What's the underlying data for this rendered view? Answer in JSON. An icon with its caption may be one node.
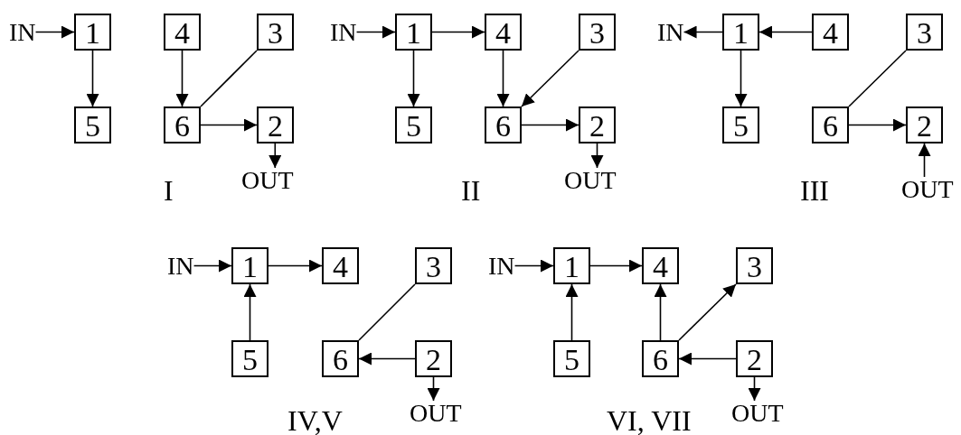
{
  "diagram": {
    "nodes": [
      {
        "text": [
          "IN"
        ]
      },
      {
        "text": [
          "1"
        ]
      },
      {
        "text": [
          "4"
        ]
      },
      {
        "text": [
          "3"
        ]
      },
      {
        "text": [
          "5"
        ]
      },
      {
        "text": [
          "6"
        ]
      },
      {
        "text": [
          "2"
        ]
      },
      {
        "text": [
          "OUT"
        ]
      },
      {
        "text": [
          "IN"
        ]
      },
      {
        "text": [
          "1"
        ]
      },
      {
        "text": [
          "4"
        ]
      },
      {
        "text": [
          "3"
        ]
      },
      {
        "text": [
          "5"
        ]
      },
      {
        "text": [
          "6"
        ]
      },
      {
        "text": [
          "2"
        ]
      },
      {
        "text": [
          "OUT"
        ]
      },
      {
        "text": [
          "IN"
        ]
      },
      {
        "text": [
          "1"
        ]
      },
      {
        "text": [
          "4"
        ]
      },
      {
        "text": [
          "3"
        ]
      },
      {
        "text": [
          "5"
        ]
      },
      {
        "text": [
          "6"
        ]
      },
      {
        "text": [
          "2"
        ]
      },
      {
        "text": [
          "OUT"
        ]
      },
      {
        "text": [
          "IN"
        ]
      },
      {
        "text": [
          "1"
        ]
      },
      {
        "text": [
          "4"
        ]
      },
      {
        "text": [
          "3"
        ]
      },
      {
        "text": [
          "5"
        ]
      },
      {
        "text": [
          "6"
        ]
      },
      {
        "text": [
          "2"
        ]
      },
      {
        "text": [
          "OUT"
        ]
      },
      {
        "text": [
          "IN"
        ]
      },
      {
        "text": [
          "1"
        ]
      },
      {
        "text": [
          "4"
        ]
      },
      {
        "text": [
          "3"
        ]
      },
      {
        "text": [
          "5"
        ]
      },
      {
        "text": [
          "6"
        ]
      },
      {
        "text": [
          "2"
        ]
      },
      {
        "text": [
          "OUT"
        ]
      }
    ],
    "edges": [
      {
        "from": 0,
        "to": 1,
        "arrow": "to"
      },
      {
        "from": 1,
        "to": 4,
        "arrow": "to"
      },
      {
        "from": 2,
        "to": 5,
        "arrow": "to"
      },
      {
        "from": 5,
        "to": 3,
        "arrow": "none"
      },
      {
        "from": 5,
        "to": 6,
        "arrow": "to"
      },
      {
        "from": 6,
        "to": 7,
        "arrow": "to"
      },
      {
        "from": 8,
        "to": 9,
        "arrow": "to"
      },
      {
        "from": 9,
        "to": 10,
        "arrow": "to"
      },
      {
        "from": 9,
        "to": 12,
        "arrow": "to"
      },
      {
        "from": 10,
        "to": 13,
        "arrow": "to"
      },
      {
        "from": 11,
        "to": 13,
        "arrow": "to"
      },
      {
        "from": 13,
        "to": 14,
        "arrow": "to"
      },
      {
        "from": 14,
        "to": 15,
        "arrow": "to"
      },
      {
        "from": 17,
        "to": 16,
        "arrow": "to"
      },
      {
        "from": 18,
        "to": 17,
        "arrow": "to"
      },
      {
        "from": 17,
        "to": 20,
        "arrow": "to"
      },
      {
        "from": 21,
        "to": 19,
        "arrow": "none"
      },
      {
        "from": 21,
        "to": 22,
        "arrow": "to"
      },
      {
        "from": 23,
        "to": 22,
        "arrow": "to"
      },
      {
        "from": 24,
        "to": 25,
        "arrow": "to"
      },
      {
        "from": 25,
        "to": 26,
        "arrow": "to"
      },
      {
        "from": 28,
        "to": 25,
        "arrow": "to"
      },
      {
        "from": 29,
        "to": 27,
        "arrow": "none"
      },
      {
        "from": 30,
        "to": 29,
        "arrow": "to"
      },
      {
        "from": 30,
        "to": 31,
        "arrow": "to"
      },
      {
        "from": 32,
        "to": 33,
        "arrow": "to"
      },
      {
        "from": 33,
        "to": 34,
        "arrow": "to"
      },
      {
        "from": 36,
        "to": 33,
        "arrow": "to"
      },
      {
        "from": 37,
        "to": 34,
        "arrow": "to"
      },
      {
        "from": 37,
        "to": 35,
        "arrow": "to"
      },
      {
        "from": 38,
        "to": 37,
        "arrow": "to"
      },
      {
        "from": 38,
        "to": 39,
        "arrow": "to"
      }
    ],
    "labels": [
      "I",
      "II",
      "III",
      "IV,V",
      "VI, VII"
    ]
  }
}
